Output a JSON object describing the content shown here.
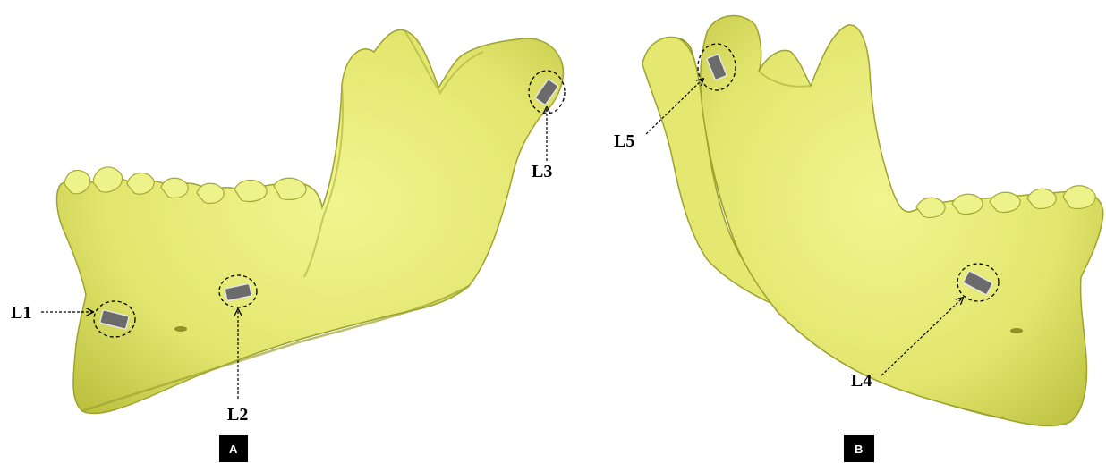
{
  "figure": {
    "panel_a": {
      "label": "A"
    },
    "panel_b": {
      "label": "B"
    },
    "locations": {
      "l1": "L1",
      "l2": "L2",
      "l3": "L3",
      "l4": "L4",
      "l5": "L5"
    }
  },
  "colors": {
    "bone": "#e6ea7a",
    "bone_shadow": "#b8bd3f",
    "bone_dark": "#8e9226",
    "sensor": "#6b6b6b",
    "panel_box": "#000000"
  }
}
